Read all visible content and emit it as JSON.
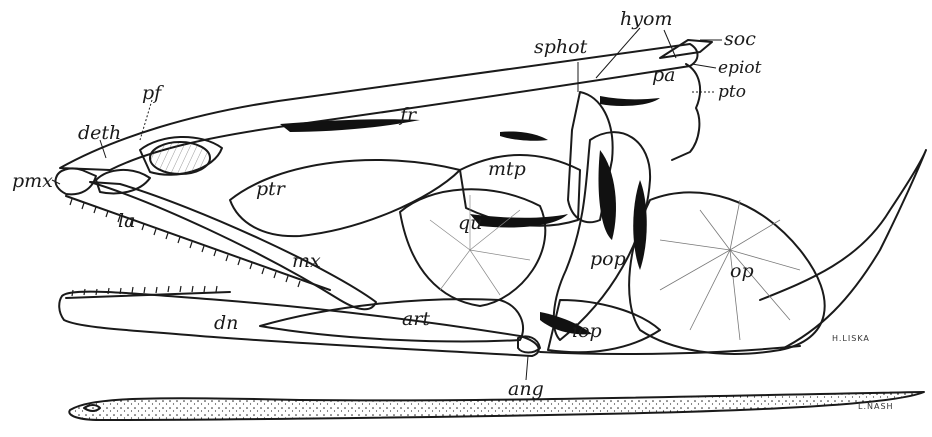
{
  "labels": {
    "soc": "soc",
    "hyom": "hyom",
    "sphot": "sphot",
    "pa": "pa",
    "epiot": "epiot",
    "pto": "pto",
    "pf": "pf",
    "deth": "deth",
    "fr": "fr",
    "pmx": "pmx",
    "ptr": "ptr",
    "mtp": "mtp",
    "la": "la",
    "qu": "qu",
    "mx": "mx",
    "pop": "pop",
    "op": "op",
    "dn": "dn",
    "art": "art",
    "iop": "iop",
    "ang": "ang"
  },
  "signatures": {
    "skull_artist": "H.LISKA",
    "fish_artist": "L.NASH"
  }
}
